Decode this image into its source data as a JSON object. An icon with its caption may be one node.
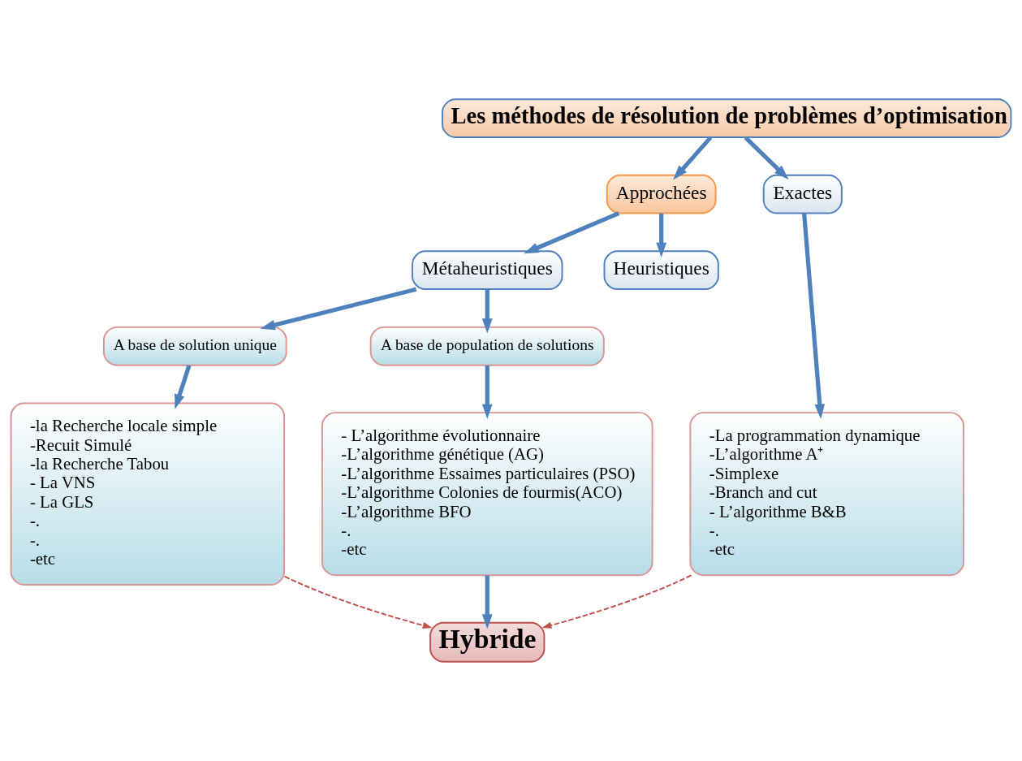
{
  "diagram": {
    "nodes": [
      {
        "text": [
          "Les méthodes de résolution de problèmes d’optimisation"
        ]
      },
      {
        "text": [
          "Approchées"
        ]
      },
      {
        "text": [
          "Exactes"
        ]
      },
      {
        "text": [
          "Métaheuristiques"
        ]
      },
      {
        "text": [
          "Heuristiques"
        ]
      },
      {
        "text": [
          "A base de solution unique"
        ]
      },
      {
        "text": [
          "A base de population de solutions"
        ]
      },
      {
        "text": [
          "-la Recherche locale simple",
          "-Recuit Simulé",
          "-la Recherche Tabou",
          "- La VNS",
          "- La GLS",
          "-.",
          "-.",
          "-etc"
        ]
      },
      {
        "text": [
          "- L’algorithme évolutionnaire",
          "-L’algorithme génétique (AG)",
          "-L’algorithme Essaimes particulaires (PSO)",
          "-L’algorithme Colonies de fourmis(ACO)",
          "-L’algorithme BFO",
          "-.",
          "-etc"
        ]
      },
      {
        "text": [
          "-La programmation dynamique",
          "-L’algorithme A⁺",
          "-Simplexe",
          "-Branch and cut",
          "- L’algorithme B&B",
          "-.",
          "-etc"
        ]
      },
      {
        "text": [
          "Hybride"
        ]
      }
    ],
    "edges": [
      {
        "from": 0,
        "to": 1,
        "arrow": "to"
      },
      {
        "from": 0,
        "to": 2,
        "arrow": "to"
      },
      {
        "from": 1,
        "to": 3,
        "arrow": "to"
      },
      {
        "from": 1,
        "to": 4,
        "arrow": "to"
      },
      {
        "from": 3,
        "to": 5,
        "arrow": "to"
      },
      {
        "from": 3,
        "to": 6,
        "arrow": "to"
      },
      {
        "from": 5,
        "to": 7,
        "arrow": "to"
      },
      {
        "from": 6,
        "to": 8,
        "arrow": "to"
      },
      {
        "from": 2,
        "to": 9,
        "arrow": "to"
      },
      {
        "from": 8,
        "to": 10,
        "arrow": "to"
      },
      {
        "from": 7,
        "to": 10,
        "arrow": "to",
        "style": "dashed",
        "color": "#c0504d"
      },
      {
        "from": 9,
        "to": 10,
        "arrow": "to",
        "style": "dashed",
        "color": "#c0504d"
      }
    ]
  }
}
